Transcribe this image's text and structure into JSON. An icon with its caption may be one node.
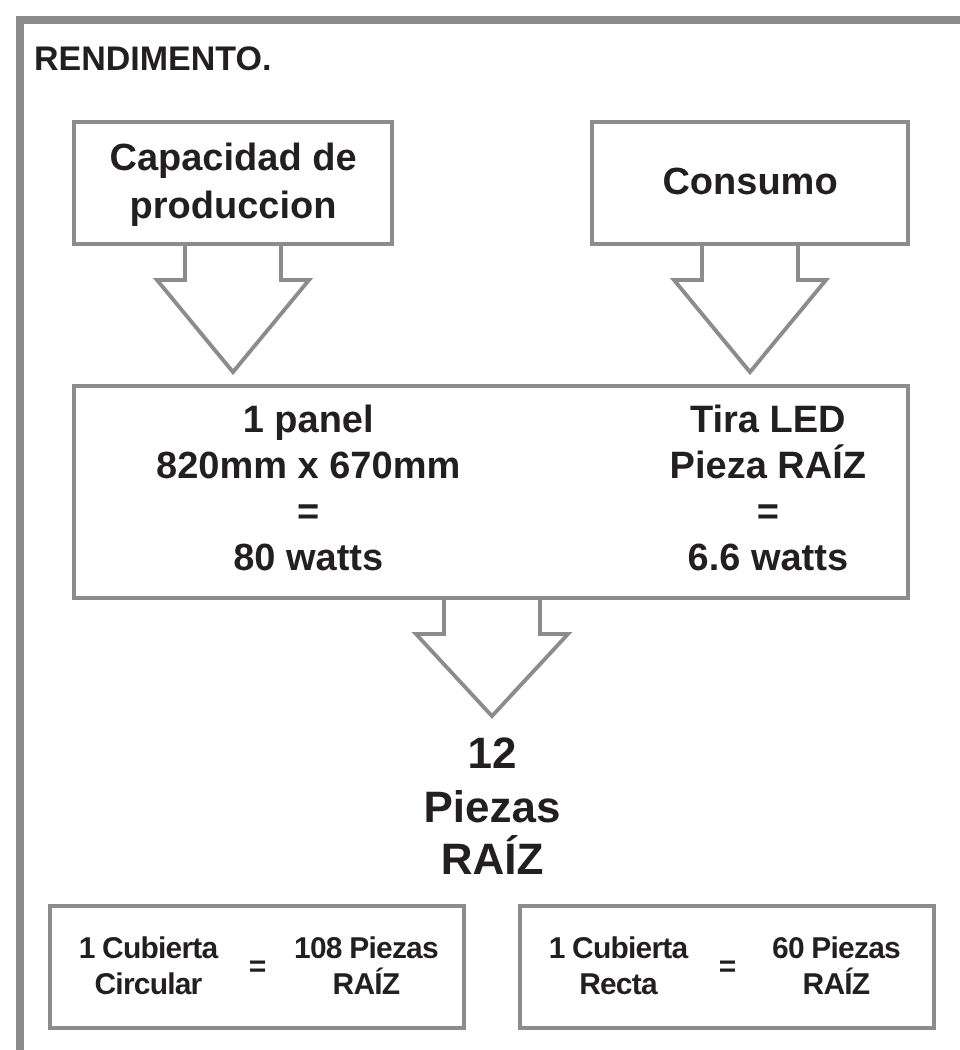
{
  "diagram": {
    "title": "RENDIMENTO.",
    "nodes": [
      {
        "text": [
          "Capacidad de produccion"
        ]
      },
      {
        "text": [
          "Consumo"
        ]
      },
      {
        "text": [
          "1 panel",
          "820mm x 670mm",
          "=",
          "80 watts",
          "Tira LED",
          "Pieza RAÍZ",
          "=",
          "6.6 watts"
        ]
      },
      {
        "text": [
          "12 Piezas RAÍZ"
        ]
      },
      {
        "text": [
          "1 Cubierta Circular",
          "=",
          "108 Piezas RAÍZ"
        ]
      },
      {
        "text": [
          "1 Cubierta Recta",
          "=",
          "60 Piezas RAÍZ"
        ]
      }
    ],
    "edges": [
      {
        "from": 0,
        "to": 2,
        "arrow": "to"
      },
      {
        "from": 1,
        "to": 2,
        "arrow": "to"
      },
      {
        "from": 2,
        "to": 3,
        "arrow": "to"
      }
    ]
  }
}
